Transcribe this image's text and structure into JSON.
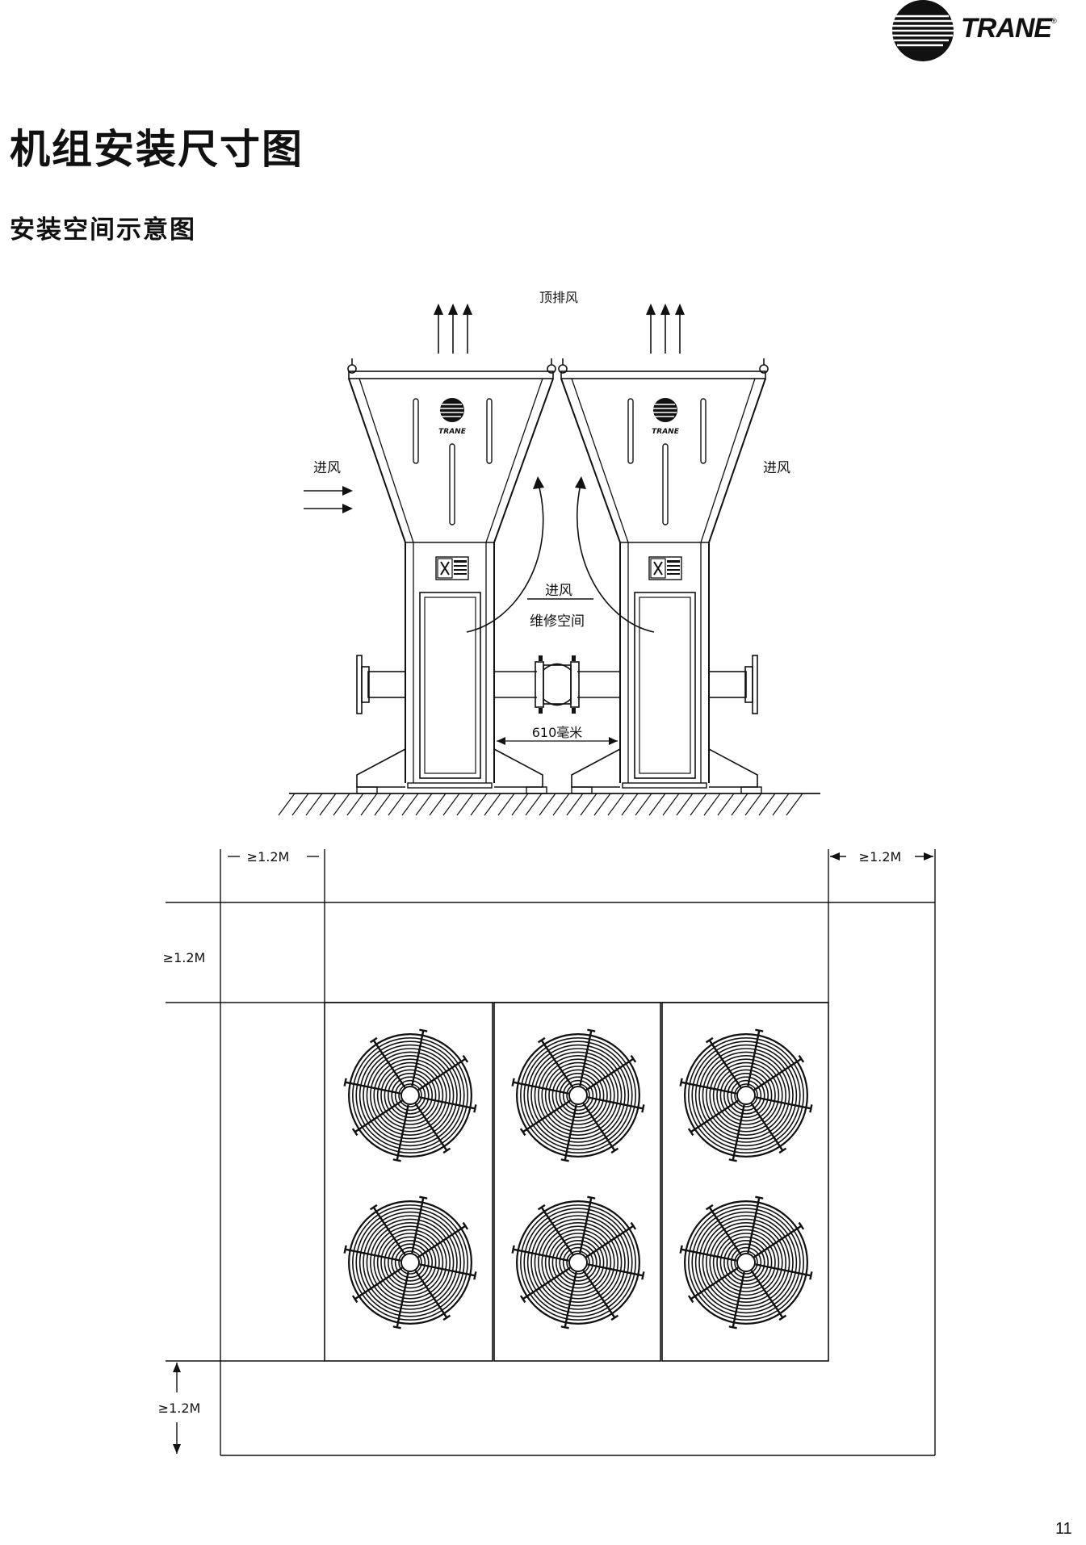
{
  "header": {
    "brand_name": "TRANE",
    "brand_mark": "®"
  },
  "title": "机组安装尺寸图",
  "subtitle": "安装空间示意图",
  "elevation": {
    "top_discharge": "顶排风",
    "inlet_left": "进风",
    "inlet_right": "进风",
    "center_inlet": "进风",
    "service_space": "维修空间",
    "gap": "610毫米",
    "unit_logo_text": "TRANE"
  },
  "plan": {
    "clearance_top_left": "≥1.2M",
    "clearance_top_right": "≥1.2M",
    "clearance_left": "≥1.2M",
    "clearance_bottom": "≥1.2M",
    "fan_rows": 2,
    "fan_columns": 3
  },
  "footer": {
    "page_number": "11"
  },
  "icons": [
    "trane-logo-icon",
    "fan-grille-icon",
    "airflow-arrow-icon",
    "warning-label-icon"
  ],
  "colors": {
    "ink": "#111111",
    "background": "#ffffff"
  }
}
